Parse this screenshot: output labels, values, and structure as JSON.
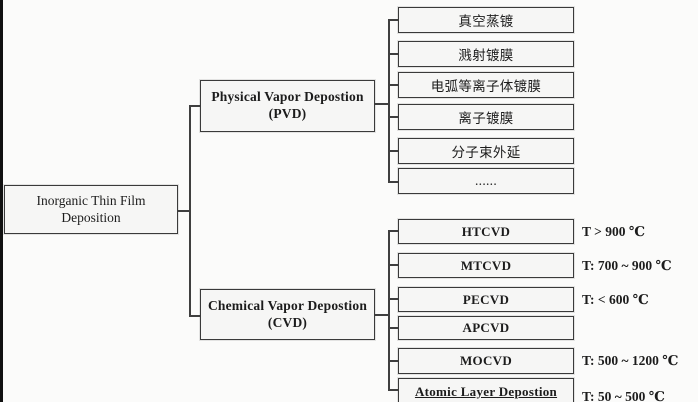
{
  "diagram": {
    "type": "tree",
    "root": {
      "label_line1": "Inorganic Thin Film",
      "label_line2": "Deposition"
    },
    "branches": [
      {
        "id": "pvd",
        "label_line1": "Physical Vapor Depostion",
        "label_line2": "(PVD)",
        "children": [
          {
            "label": "真空蒸镀"
          },
          {
            "label": "溅射镀膜"
          },
          {
            "label": "电弧等离子体镀膜"
          },
          {
            "label": "离子镀膜"
          },
          {
            "label": "分子束外延"
          },
          {
            "label": "......"
          }
        ]
      },
      {
        "id": "cvd",
        "label_line1": "Chemical Vapor Depostion",
        "label_line2": "(CVD)",
        "children": [
          {
            "label": "HTCVD",
            "temp": "T > 900 ℃"
          },
          {
            "label": "MTCVD",
            "temp": "T: 700 ~ 900 ℃"
          },
          {
            "label": "PECVD",
            "temp": "T: < 600 ℃"
          },
          {
            "label": "APCVD",
            "temp": ""
          },
          {
            "label": "MOCVD",
            "temp": "T: 500 ~ 1200 ℃"
          },
          {
            "label": "Atomic Layer Depostion",
            "temp": "T: 50 ~ 500 ℃"
          }
        ]
      }
    ],
    "colors": {
      "background": "#fbfbfa",
      "box_fill": "#f6f6f5",
      "box_border": "#3a3a3a",
      "line": "#3f3f3f",
      "text": "#1c1c1c",
      "edge_bar": "#111111"
    }
  }
}
